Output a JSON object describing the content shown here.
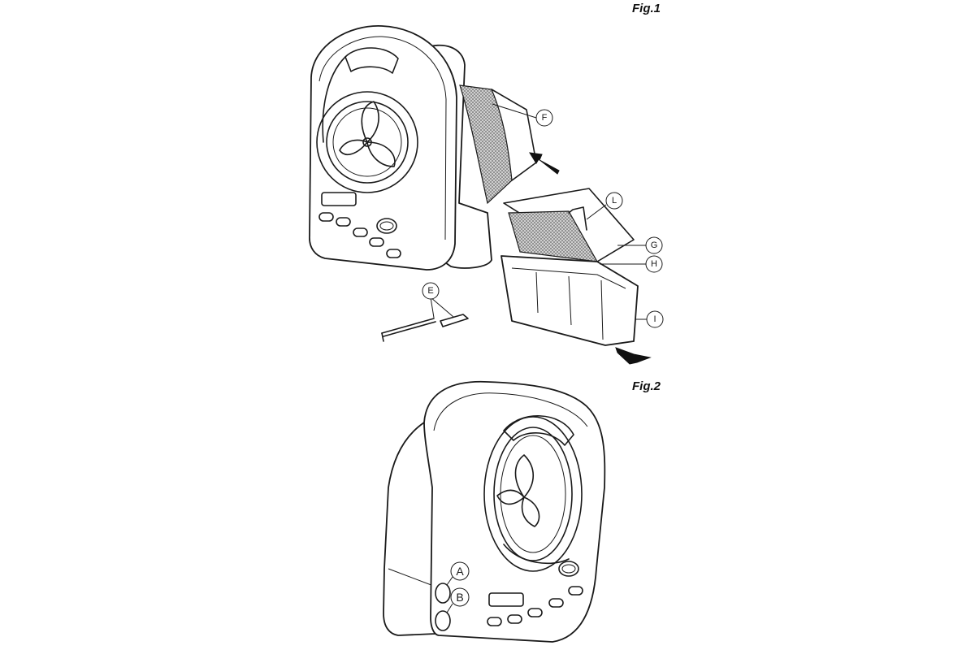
{
  "figures": {
    "fig1": {
      "title": "Fig.1"
    },
    "fig2": {
      "title": "Fig.2"
    }
  },
  "callouts": {
    "F": "F",
    "L": "L",
    "G": "G",
    "H": "H",
    "I": "I",
    "E": "E",
    "A": "A",
    "B": "B"
  }
}
